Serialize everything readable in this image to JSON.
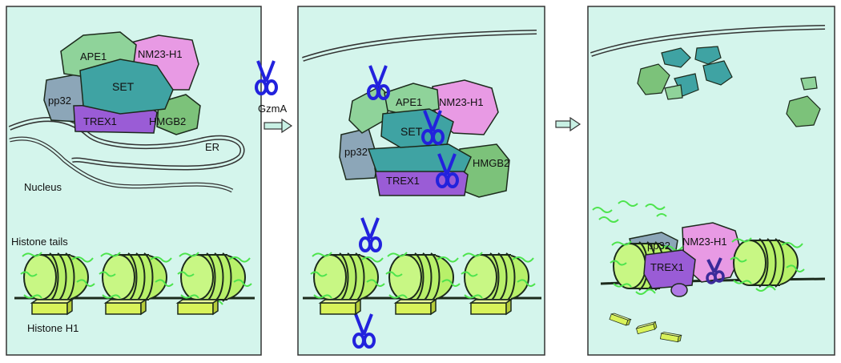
{
  "panel1": {
    "proteins": {
      "ape1": "APE1",
      "nm23": "NM23-H1",
      "set": "SET",
      "pp32": "pp32",
      "trex1": "TREX1",
      "hmgb2": "HMGB2"
    },
    "er_label": "ER",
    "nucleus_label": "Nucleus",
    "histone_tails_label": "Histone tails",
    "histone_h1_label": "Histone H1"
  },
  "gzma_label": "GzmA",
  "panel2": {
    "proteins": {
      "ape1": "APE1",
      "nm23": "NM23-H1",
      "set": "SET",
      "pp32": "pp32",
      "trex1": "TREX1",
      "hmgb2": "HMGB2"
    }
  },
  "panel3": {
    "proteins": {
      "pp32": "pp32",
      "nm23": "NM23-H1",
      "trex1": "TREX1"
    }
  },
  "colors": {
    "panel_bg": "#d4f5ec",
    "ape1": "#8fd39a",
    "nm23": "#e89ae4",
    "set": "#3fa3a3",
    "pp32": "#8ca6b8",
    "trex1": "#9a5cd6",
    "hmgb2": "#7cc27a",
    "nucleosome": "#b8f06a",
    "histone_h1": "#d9f25a",
    "scissors": "#2222dd"
  }
}
